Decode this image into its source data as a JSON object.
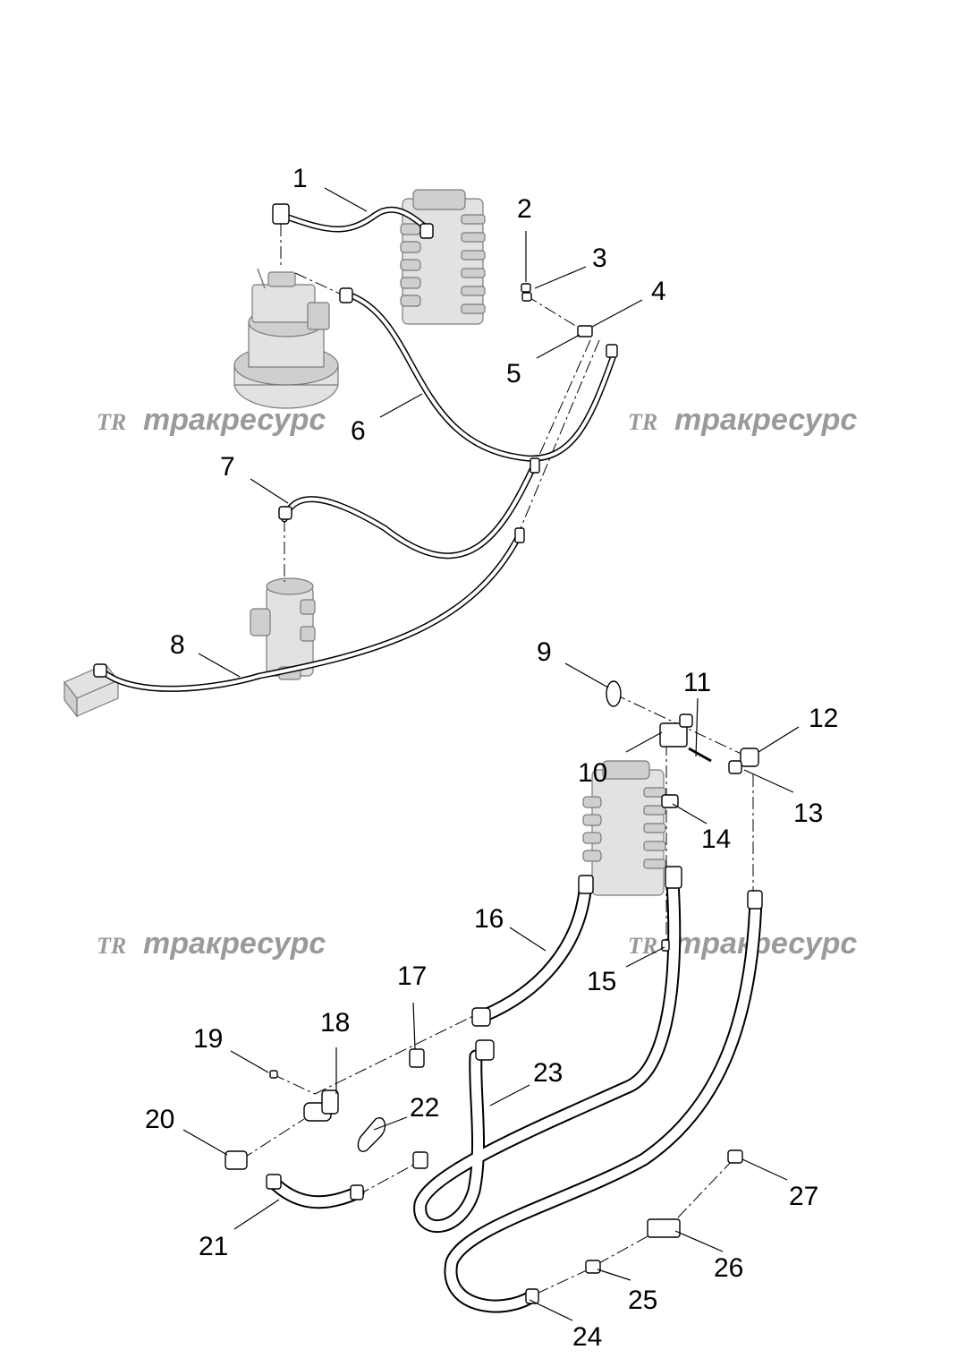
{
  "watermark": {
    "logo": "TR",
    "text": "тракресурс"
  },
  "callouts": [
    "1",
    "2",
    "3",
    "4",
    "5",
    "6",
    "7",
    "8",
    "9",
    "10",
    "11",
    "12",
    "13",
    "14",
    "15",
    "16",
    "17",
    "18",
    "19",
    "20",
    "21",
    "22",
    "23",
    "24",
    "25",
    "26",
    "27"
  ],
  "colors": {
    "line": "#000000",
    "component_fill": "#e2e2e2",
    "component_outline": "#7a7a7a",
    "watermark": "#9a9a9a",
    "background": "#ffffff"
  }
}
